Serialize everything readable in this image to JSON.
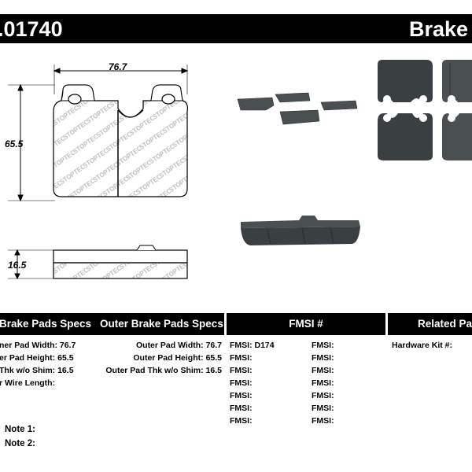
{
  "header": {
    "part_number": ".01740",
    "title": "Brake F"
  },
  "drawing": {
    "width_dim": "76.7",
    "height_dim": "65.5",
    "thickness_dim": "16.5",
    "brand_mark": "STOPTECH"
  },
  "inner_specs": {
    "title": "Brake Pads Specs",
    "rows": [
      {
        "label": "ner Pad Width:",
        "value": "76.7"
      },
      {
        "label": "er Pad Height:",
        "value": "65.5"
      },
      {
        "label": "Thk w/o Shim:",
        "value": "16.5"
      },
      {
        "label": "r Wire Length:",
        "value": ""
      }
    ]
  },
  "outer_specs": {
    "title": "Outer Brake Pads Specs",
    "rows": [
      {
        "label": "Outer Pad Width:",
        "value": "76.7"
      },
      {
        "label": "Outer Pad Height:",
        "value": "65.5"
      },
      {
        "label": "Outer Pad Thk w/o Shim:",
        "value": "16.5"
      }
    ]
  },
  "fmsi": {
    "title": "FMSI #",
    "label": "FMSI:",
    "left_values": [
      "D174",
      "",
      "",
      "",
      "",
      "",
      ""
    ],
    "right_values": [
      "",
      "",
      "",
      "",
      "",
      "",
      ""
    ]
  },
  "related": {
    "title": "Related Par",
    "hardware_label": "Hardware Kit #:",
    "hardware_value": ""
  },
  "notes": [
    {
      "label": "Note 1:",
      "value": ""
    },
    {
      "label": "Note 2:",
      "value": ""
    }
  ],
  "colors": {
    "pad_gray": "#4a5052",
    "pad_dark": "#3a3f41",
    "band": "#000000"
  }
}
